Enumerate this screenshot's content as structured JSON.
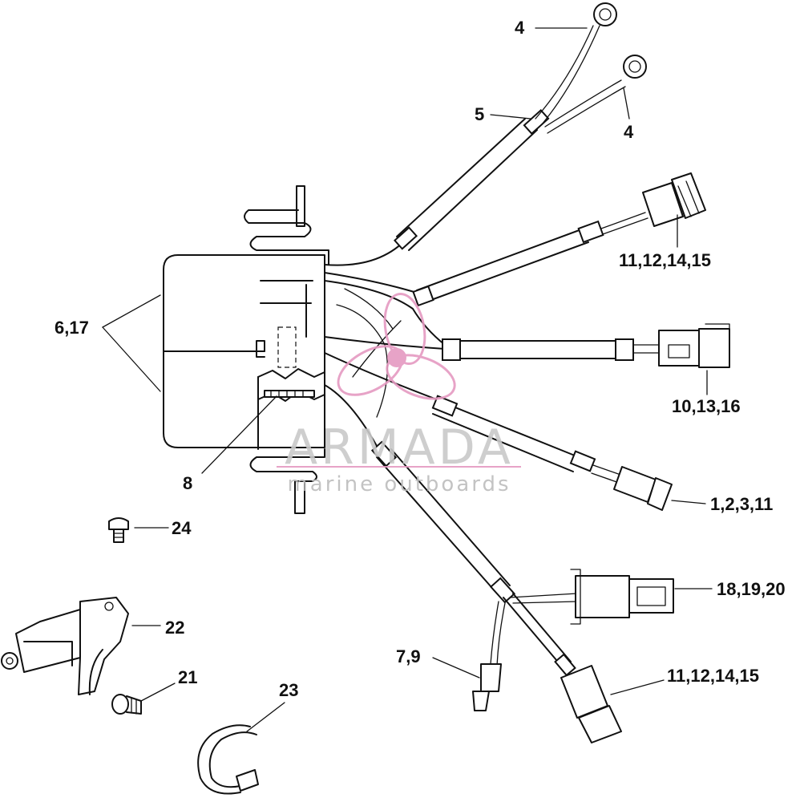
{
  "watermark": {
    "brand": "ARMADA",
    "tagline": "marine outboards",
    "logo_icon": "propeller-logo-icon",
    "accent_color": "#e59ac1"
  },
  "callouts": {
    "c4a": "4",
    "c4b": "4",
    "c5": "5",
    "c11a": "11,12,14,15",
    "c6": "6,17",
    "c10": "10,13,16",
    "c8": "8",
    "c1": "1,2,3,11",
    "c24": "24",
    "c18": "18,19,20",
    "c22": "22",
    "c7": "7,9",
    "c21": "21",
    "c11b": "11,12,14,15",
    "c23": "23"
  }
}
